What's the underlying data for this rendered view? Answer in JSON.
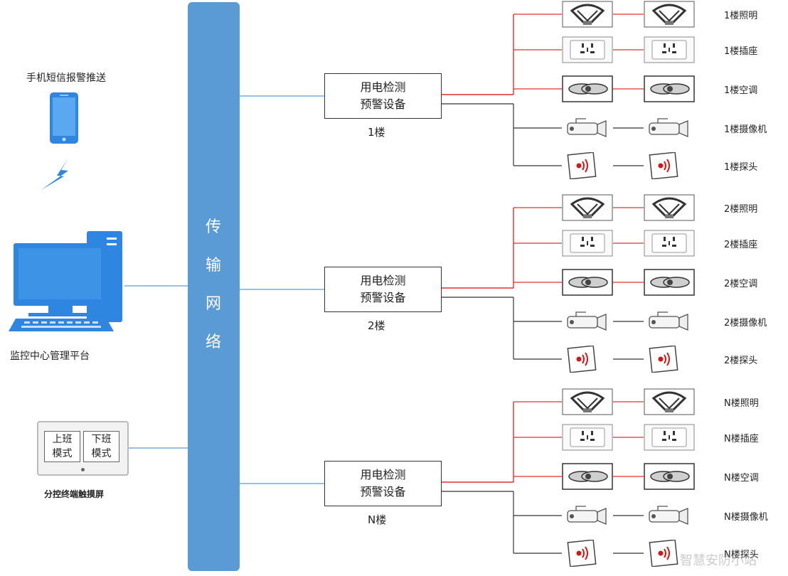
{
  "network": {
    "label_chars": [
      "传",
      "输",
      "网",
      "络"
    ],
    "color": "#5b9bd5"
  },
  "left": {
    "phone": {
      "label": "手机短信报警推送"
    },
    "computer": {
      "label": "监控中心管理平台"
    },
    "terminal": {
      "label": "分控终端触摸屏",
      "buttons": [
        "上班模式",
        "下班模式"
      ]
    }
  },
  "floors": [
    {
      "name": "1楼",
      "device": [
        "用电检测",
        "预警设备"
      ],
      "rows": [
        {
          "icon": "lamp-icon",
          "label": "1楼照明"
        },
        {
          "icon": "socket-icon",
          "label": "1楼插座"
        },
        {
          "icon": "fan-icon",
          "label": "1楼空调"
        },
        {
          "icon": "camera-icon",
          "label": "1楼摄像机"
        },
        {
          "icon": "sensor-icon",
          "label": "1楼探头"
        }
      ]
    },
    {
      "name": "2楼",
      "device": [
        "用电检测",
        "预警设备"
      ],
      "rows": [
        {
          "icon": "lamp-icon",
          "label": "2楼照明"
        },
        {
          "icon": "socket-icon",
          "label": "2楼插座"
        },
        {
          "icon": "fan-icon",
          "label": "2楼空调"
        },
        {
          "icon": "camera-icon",
          "label": "2楼摄像机"
        },
        {
          "icon": "sensor-icon",
          "label": "2楼探头"
        }
      ]
    },
    {
      "name": "N楼",
      "device": [
        "用电检测",
        "预警设备"
      ],
      "rows": [
        {
          "icon": "lamp-icon",
          "label": "N楼照明"
        },
        {
          "icon": "socket-icon",
          "label": "N楼插座"
        },
        {
          "icon": "fan-icon",
          "label": "N楼空调"
        },
        {
          "icon": "camera-icon",
          "label": "N楼摄像机"
        },
        {
          "icon": "sensor-icon",
          "label": "N楼探头"
        }
      ]
    }
  ],
  "colors": {
    "power_line": "#e03030",
    "signal_line": "#333333",
    "network_link": "#5b9bd5",
    "device_blue": "#2f86e0"
  },
  "watermark": "智慧安防小站"
}
